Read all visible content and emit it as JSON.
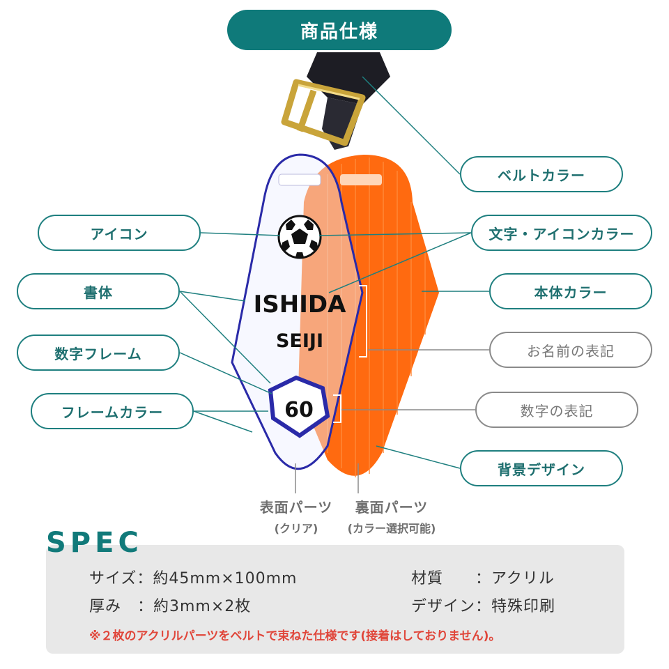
{
  "header": {
    "title": "商品仕様"
  },
  "tag": {
    "name_line1": "ISHIDA",
    "name_line2": "SEIJI",
    "number": "60"
  },
  "callouts": {
    "belt_color": "ベルトカラー",
    "icon": "アイコン",
    "text_icon_color": "文字・アイコンカラー",
    "font": "書体",
    "body_color": "本体カラー",
    "number_frame": "数字フレーム",
    "name_notation": "お名前の表記",
    "frame_color": "フレームカラー",
    "number_notation": "数字の表記",
    "background_design": "背景デザイン"
  },
  "parts": {
    "front_main": "表面パーツ",
    "front_sub": "(クリア)",
    "back_main": "裏面パーツ",
    "back_sub": "(カラー選択可能)"
  },
  "spec": {
    "title": "SPEC",
    "size": "サイズ：約45mm×100mm",
    "thickness": "厚み　：約3mm×2枚",
    "material": "材質　　：アクリル",
    "design": "デザイン：特殊印刷",
    "note": "※２枚のアクリルパーツをベルトで束ねた仕様です(接着はしておりません)。"
  },
  "colors": {
    "accent": "#0f7a7a",
    "body_orange": "#ff6a10",
    "frame_blue": "#2a2aa8",
    "note_red": "#e0463a"
  }
}
